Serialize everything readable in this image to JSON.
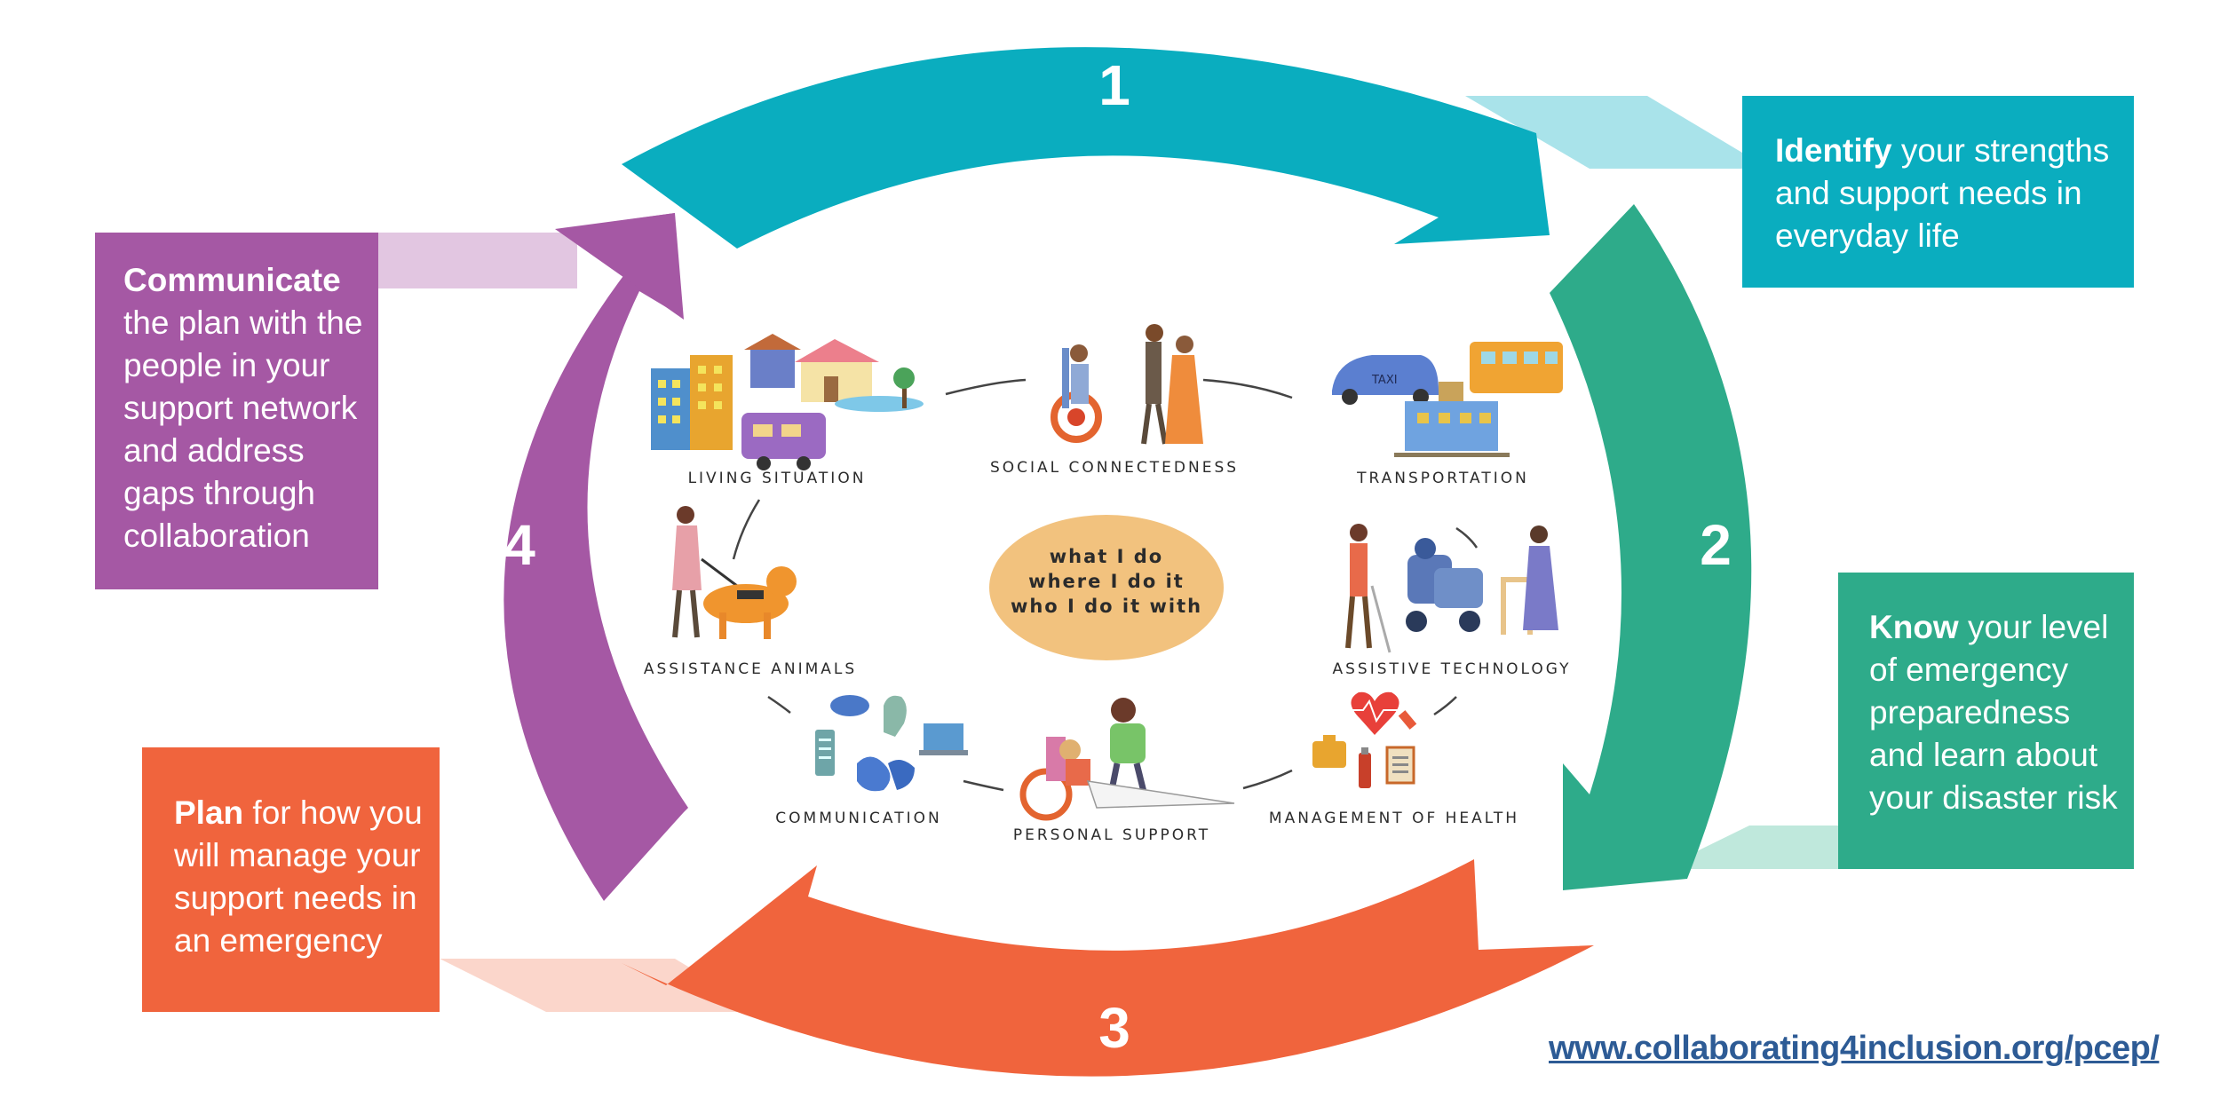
{
  "steps": [
    {
      "number": "1",
      "keyword": "Identify",
      "text": " your strengths and support needs in everyday life",
      "color": "#0aadbf",
      "light": "#a9e3ea"
    },
    {
      "number": "2",
      "keyword": "Know",
      "text": " your level of emergency preparedness and learn about your disaster risk",
      "color": "#2eab8a",
      "light": "#bfe8dc"
    },
    {
      "number": "3",
      "keyword": "Plan",
      "text": " for how you will manage your support needs in an emergency",
      "color": "#f0643d",
      "light": "#fbd6cb"
    },
    {
      "number": "4",
      "keyword": "Communicate",
      "text": " the plan with the people in your support network and address gaps through collaboration",
      "color": "#a558a4",
      "light": "#e2c6e1"
    }
  ],
  "categories": {
    "living": "LIVING SITUATION",
    "social": "SOCIAL CONNECTEDNESS",
    "transport": "TRANSPORTATION",
    "animals": "ASSISTANCE ANIMALS",
    "assistive": "ASSISTIVE TECHNOLOGY",
    "communication": "COMMUNICATION",
    "personal": "PERSONAL SUPPORT",
    "health": "MANAGEMENT OF HEALTH"
  },
  "center": {
    "line1": "what I do",
    "line2": "where I do it",
    "line3": "who I do it with",
    "color": "#f2c27e"
  },
  "illustration_text": {
    "taxi": "TAXI"
  },
  "website": "www.collaborating4inclusion.org/pcep/"
}
